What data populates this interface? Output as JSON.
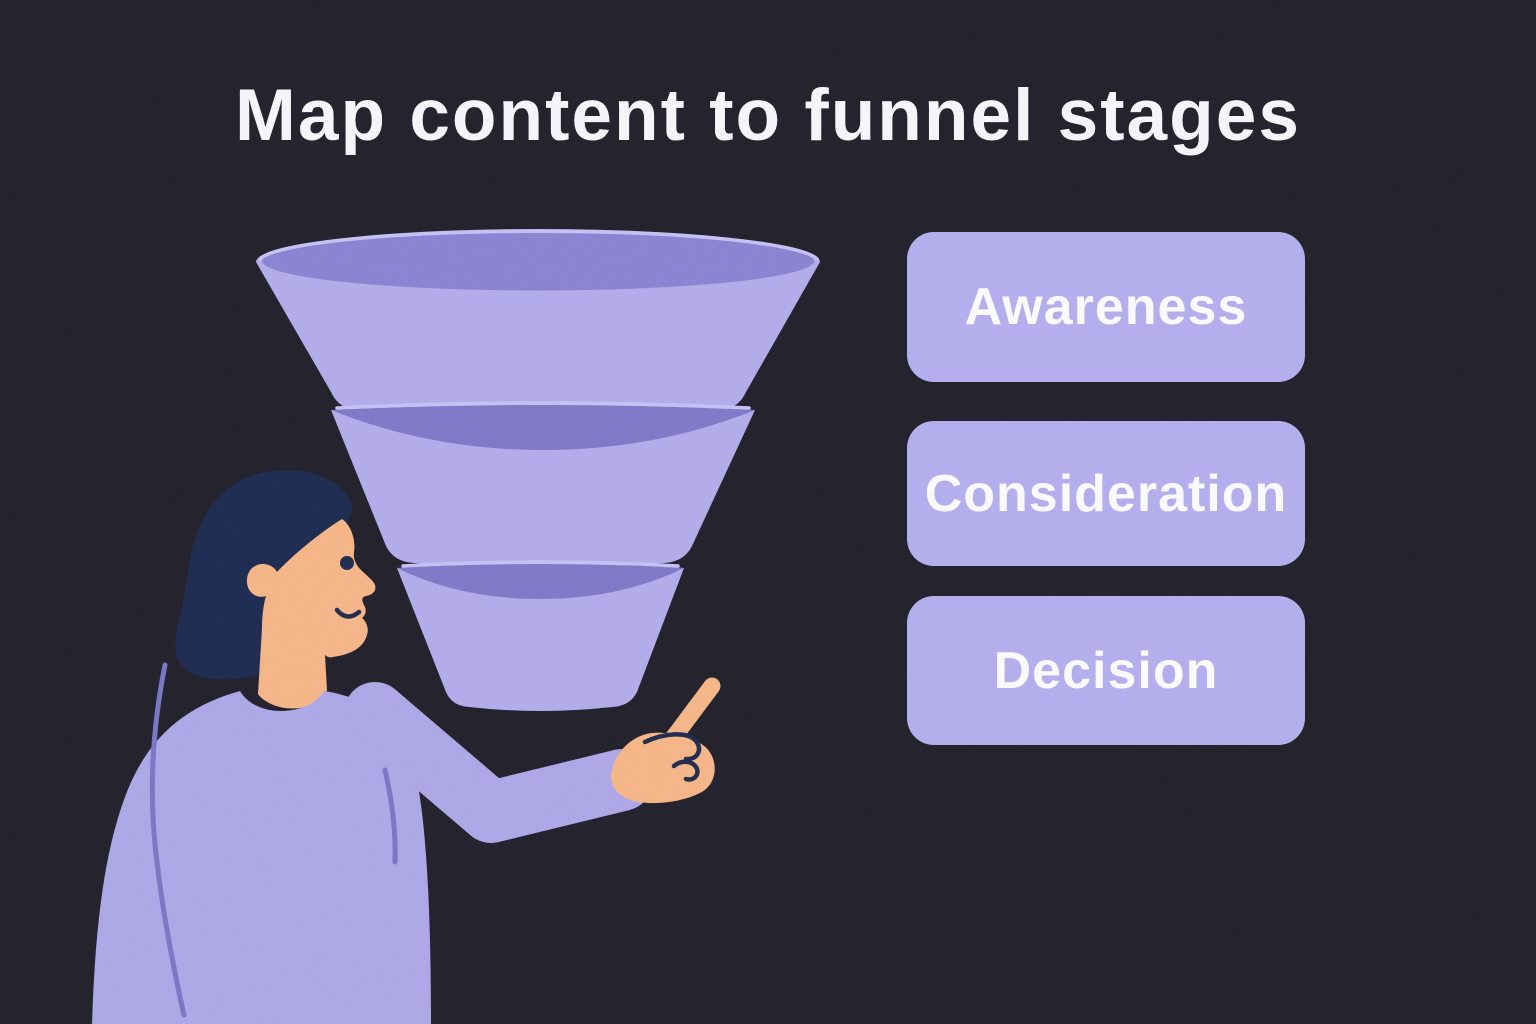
{
  "title": "Map content to funnel stages",
  "funnel": {
    "name": "marketing-funnel",
    "tiers": 3,
    "stages": [
      {
        "label": "Awareness"
      },
      {
        "label": "Consideration"
      },
      {
        "label": "Decision"
      }
    ]
  },
  "illustration": {
    "funnel_icon": "three-tier-funnel-illustration",
    "person_icon": "person-pointing-at-funnel-illustration"
  },
  "colors": {
    "background": "#211f2a",
    "title-text": "#f7f6fb",
    "box-bg": "#b5aeee",
    "box-text": "#fcfbff",
    "funnel-light": "#b3aceb",
    "funnel-rim": "#c7c1f4",
    "funnel-dark-top": "#8a83d3",
    "funnel-dark": "#7f78c9",
    "skin": "#f6b687",
    "hair": "#1c2a50",
    "shirt": "#aea7e8",
    "seam": "#7c75c5",
    "ink": "#1f2b4e"
  }
}
